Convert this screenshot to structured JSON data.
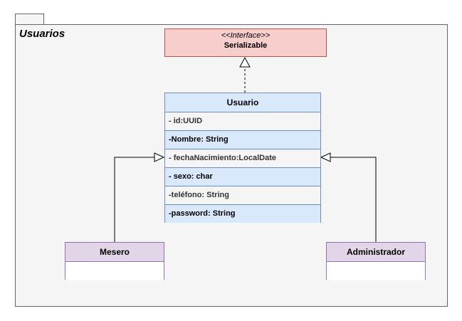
{
  "package": {
    "name": "Usuarios"
  },
  "interface": {
    "stereotype": "<<Interface>>",
    "name": "Serializable"
  },
  "usuario": {
    "name": "Usuario",
    "attributes": [
      {
        "text": "- id:UUID",
        "highlight": false
      },
      {
        "text": "-Nombre: String",
        "highlight": true
      },
      {
        "text": "- fechaNacimiento:LocalDate",
        "highlight": false
      },
      {
        "text": "- sexo: char",
        "highlight": true
      },
      {
        "text": "-teléfono: String",
        "highlight": false
      },
      {
        "text": "-password: String",
        "highlight": true
      }
    ]
  },
  "mesero": {
    "name": "Mesero"
  },
  "administrador": {
    "name": "Administrador"
  }
}
